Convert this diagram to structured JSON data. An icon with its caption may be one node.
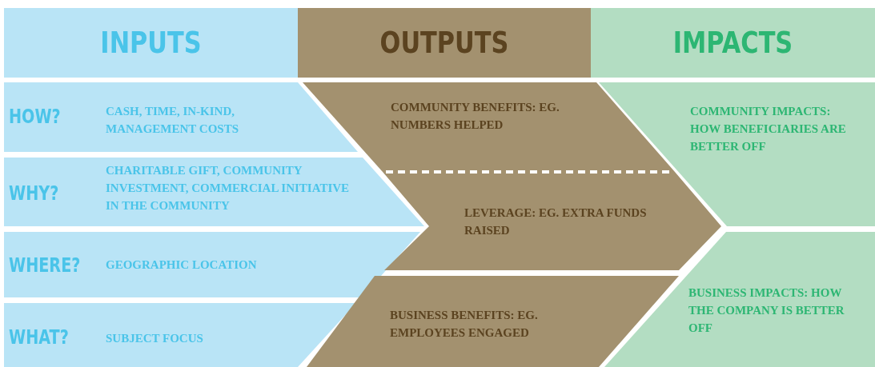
{
  "diagram": {
    "nodes": [
      {
        "text": [
          "INPUTS"
        ]
      },
      {
        "text": [
          "OUTPUTS"
        ]
      },
      {
        "text": [
          "IMPACTS"
        ]
      },
      {
        "text": [
          "HOW?",
          "CASH, TIME, IN-KIND, MANAGEMENT COSTS"
        ]
      },
      {
        "text": [
          "WHY?",
          "CHARITABLE GIFT, COMMUNITY INVESTMENT, COMMERCIAL INITIATIVE IN THE COMMUNITY"
        ]
      },
      {
        "text": [
          "WHERE?",
          "GEOGRAPHIC LOCATION"
        ]
      },
      {
        "text": [
          "WHAT?",
          "SUBJECT FOCUS"
        ]
      },
      {
        "text": [
          "COMMUNITY BENEFITS: EG. NUMBERS HELPED"
        ]
      },
      {
        "text": [
          "LEVERAGE: EG. EXTRA FUNDS RAISED"
        ]
      },
      {
        "text": [
          "BUSINESS BENEFITS: EG. EMPLOYEES ENGAGED"
        ]
      },
      {
        "text": [
          "COMMUNITY IMPACTS: HOW BENEFICIARIES ARE BETTER OFF"
        ]
      },
      {
        "text": [
          "BUSINESS IMPACTS: HOW THE COMPANY IS BETTER OFF"
        ]
      }
    ],
    "edges": []
  }
}
